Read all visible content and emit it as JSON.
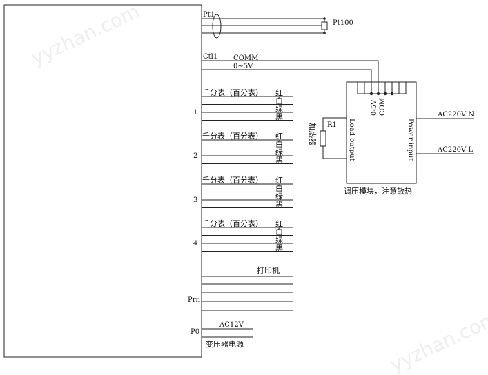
{
  "sensor": {
    "pt_label": "Pt1",
    "pt100_label": "Pt100"
  },
  "control": {
    "ctl_label": "Ctl1",
    "comm_label": "COMM",
    "voltage_label": "0~5V"
  },
  "gauge_groups": [
    {
      "index": "1",
      "title": "千分表（百分表）",
      "wires": [
        "红",
        "白",
        "绿",
        "黑"
      ]
    },
    {
      "index": "2",
      "title": "千分表（百分表）",
      "wires": [
        "红",
        "白",
        "绿",
        "黑"
      ]
    },
    {
      "index": "3",
      "title": "千分表（百分表）",
      "wires": [
        "红",
        "白",
        "绿",
        "黑"
      ]
    },
    {
      "index": "4",
      "title": "千分表（百分表）",
      "wires": [
        "红",
        "白",
        "绿",
        "黑"
      ]
    }
  ],
  "printer": {
    "title": "打印机",
    "port_label": "Prn"
  },
  "power": {
    "port_label": "P0",
    "voltage_label": "AC12V",
    "source_label": "变压器电源"
  },
  "module": {
    "label_0_5v": "0-5V",
    "label_com": "COM",
    "load_output": "Load output",
    "power_input": "Power input",
    "heater_label": "加热器",
    "resistor_label": "R1",
    "ac_n": "AC220V N",
    "ac_l": "AC220V L",
    "caption": "调压模块，注意散热"
  },
  "watermark": "yyzhan.com"
}
